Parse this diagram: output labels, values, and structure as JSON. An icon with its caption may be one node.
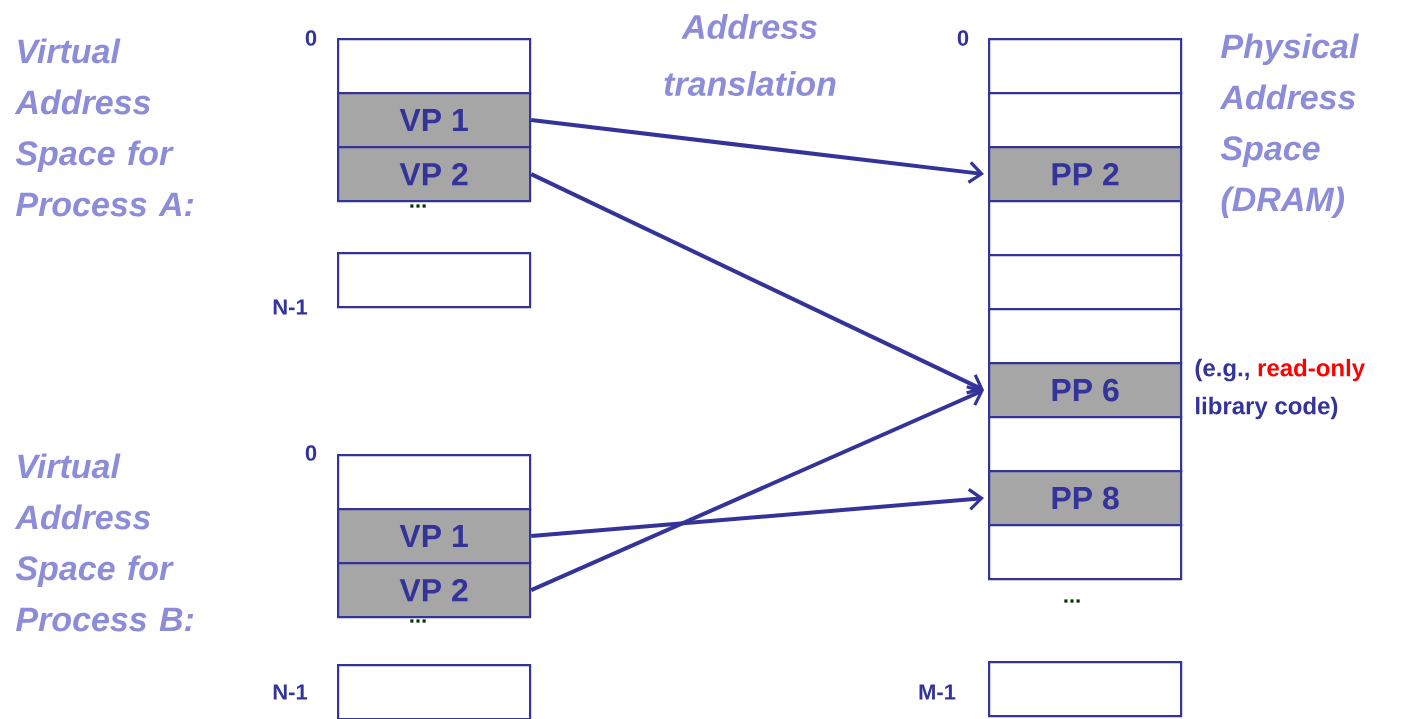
{
  "diagram": {
    "nodes": [
      {
        "text": [],
        "shape": "box"
      },
      {
        "text": [
          "VP 1"
        ]
      },
      {
        "text": [
          "VP 2"
        ]
      },
      {
        "text": [],
        "shape": "box"
      },
      {
        "text": [],
        "shape": "box"
      },
      {
        "text": [
          "VP 1"
        ]
      },
      {
        "text": [
          "VP 2"
        ]
      },
      {
        "text": [],
        "shape": "box"
      },
      {
        "text": [],
        "shape": "box"
      },
      {
        "text": [],
        "shape": "box"
      },
      {
        "text": [
          "PP 2"
        ]
      },
      {
        "text": [],
        "shape": "box"
      },
      {
        "text": [],
        "shape": "box"
      },
      {
        "text": [],
        "shape": "box"
      },
      {
        "text": [
          "PP 6"
        ],
        "beside": [
          "(e.g.,",
          "read-only",
          "library code)"
        ]
      },
      {
        "text": [],
        "shape": "box"
      },
      {
        "text": [
          "PP 8"
        ]
      },
      {
        "text": [],
        "shape": "box"
      },
      {
        "text": [],
        "shape": "box"
      }
    ],
    "edges": [
      {
        "from": 1,
        "to": 10,
        "arrow": "to"
      },
      {
        "from": 2,
        "to": 14,
        "arrow": "to"
      },
      {
        "from": 5,
        "to": 16,
        "arrow": "to"
      },
      {
        "from": 6,
        "to": 14,
        "arrow": "to"
      }
    ],
    "labels": [
      "Virtual Address Space for Process A:",
      "0",
      "Address translation",
      "0",
      "Physical Address Space (DRAM)",
      "...",
      "N-1",
      "0",
      "Virtual Address Space for Process B:",
      "...",
      "...",
      "N-1",
      "M-1"
    ]
  }
}
